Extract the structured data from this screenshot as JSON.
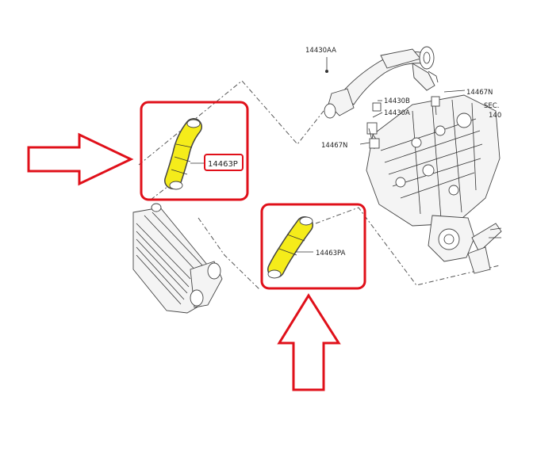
{
  "labels": {
    "l14430aa": "14430AA",
    "l14467n_top": "14467N",
    "l14430b": "14430B",
    "l14430a": "14430A",
    "l14467n_left": "14467N",
    "sec_line1": "SEC.",
    "sec_line2": "140",
    "l14463p": "14463P",
    "l14463pa": "14463PA"
  },
  "colors": {
    "highlight_red": "#e0101a",
    "hose_yellow": "#f5ec1a"
  }
}
